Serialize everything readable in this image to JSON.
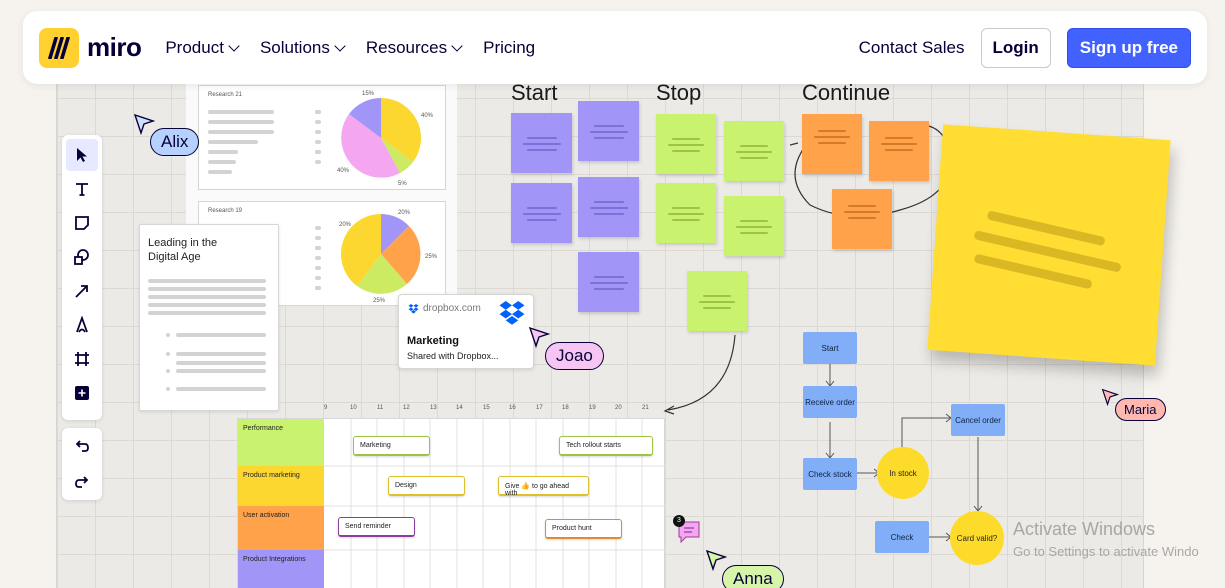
{
  "header": {
    "brand": "miro",
    "nav": [
      {
        "label": "Product"
      },
      {
        "label": "Solutions"
      },
      {
        "label": "Resources"
      },
      {
        "label": "Pricing"
      }
    ],
    "contact_label": "Contact Sales",
    "login_label": "Login",
    "signup_label": "Sign up free"
  },
  "colors": {
    "brand_yellow": "#ffd02f",
    "primary_blue": "#4262ff",
    "sticky_purple": "#a195f7",
    "sticky_green": "#c9f26f",
    "sticky_orange": "#ffa24a",
    "sticky_yellow": "#ffdd33",
    "flow_blue": "#81aef7"
  },
  "toolbar": {
    "tools": [
      "select-icon",
      "text-icon",
      "sticky-note-icon",
      "shapes-icon",
      "arrow-icon",
      "pen-icon",
      "frame-icon",
      "add-icon"
    ],
    "history": [
      "undo-icon",
      "redo-icon"
    ]
  },
  "cursors": {
    "alix": "Alix",
    "joao": "Joao",
    "maria": "Maria",
    "anna": "Anna"
  },
  "research": {
    "card1_title": "Research 21",
    "card1_pie": [
      "15%",
      "40%",
      "40%",
      "5%"
    ],
    "card2_title": "Research 19",
    "card2_pie": [
      "20%",
      "20%",
      "25%",
      "25%"
    ]
  },
  "doc": {
    "title_line1": "Leading in the",
    "title_line2": "Digital Age"
  },
  "dropbox": {
    "source": "dropbox.com",
    "title": "Marketing",
    "subtitle": "Shared with Dropbox..."
  },
  "retro": {
    "start": "Start",
    "stop": "Stop",
    "continue": "Continue"
  },
  "timeline": {
    "days": [
      "9",
      "10",
      "11",
      "12",
      "13",
      "14",
      "15",
      "16",
      "17",
      "18",
      "19",
      "20",
      "21"
    ],
    "rows": [
      "Performance",
      "Product marketing",
      "User activation",
      "Product Integrations"
    ],
    "tasks": {
      "marketing": "Marketing",
      "tech_rollout": "Tech rollout starts",
      "design": "Design",
      "give_go": "Give 👍 to go ahead with",
      "send_reminder": "Send reminder",
      "product_hunt": "Product hunt"
    },
    "comment_count": "3"
  },
  "flow": {
    "start": "Start",
    "receive": "Receive order",
    "check_stock": "Check stock",
    "in_stock": "In stock",
    "cancel": "Cancel order",
    "check": "Check",
    "card_valid": "Card valid?"
  },
  "watermark": {
    "line1": "Activate Windows",
    "line2": "Go to Settings to activate Windo"
  }
}
